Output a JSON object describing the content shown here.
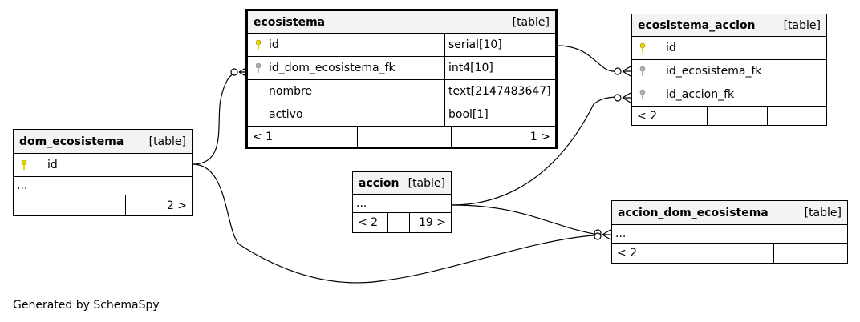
{
  "diagram": {
    "footer": "Generated by SchemaSpy",
    "colors": {
      "header_bg": "#f3f3f3",
      "border": "#000000",
      "pk_key": "#e6d800",
      "fk_key": "#b0b0b0"
    },
    "tables": {
      "ecosistema": {
        "name": "ecosistema",
        "kind": "[table]",
        "columns": [
          {
            "name": "id",
            "type": "serial[10]",
            "icon": "primary-key-icon"
          },
          {
            "name": "id_dom_ecosistema_fk",
            "type": "int4[10]",
            "icon": "foreign-key-icon"
          },
          {
            "name": "nombre",
            "type": "text[2147483647]"
          },
          {
            "name": "activo",
            "type": "bool[1]"
          }
        ],
        "footer": [
          "< 1",
          "",
          "1 >"
        ]
      },
      "ecosistema_accion": {
        "name": "ecosistema_accion",
        "kind": "[table]",
        "columns": [
          {
            "name": "id",
            "icon": "primary-key-icon"
          },
          {
            "name": "id_ecosistema_fk",
            "icon": "foreign-key-icon"
          },
          {
            "name": "id_accion_fk",
            "icon": "foreign-key-icon"
          }
        ],
        "footer": [
          "< 2",
          "",
          ""
        ]
      },
      "dom_ecosistema": {
        "name": "dom_ecosistema",
        "kind": "[table]",
        "columns": [
          {
            "name": "id",
            "icon": "primary-key-icon"
          }
        ],
        "more": "...",
        "footer": [
          "",
          "",
          "2 >"
        ]
      },
      "accion": {
        "name": "accion",
        "kind": "[table]",
        "more": "...",
        "footer": [
          "< 2",
          "",
          "19 >"
        ]
      },
      "accion_dom_ecosistema": {
        "name": "accion_dom_ecosistema",
        "kind": "[table]",
        "more": "...",
        "footer": [
          "< 2",
          "",
          ""
        ]
      }
    }
  }
}
